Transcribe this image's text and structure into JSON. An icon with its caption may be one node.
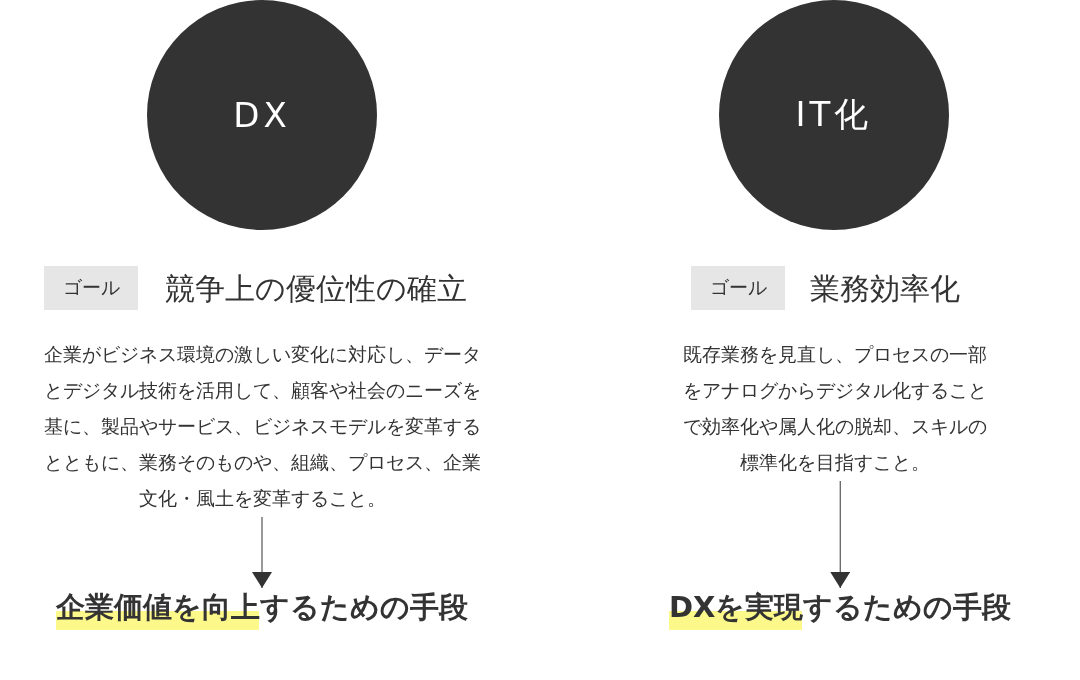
{
  "diagram": {
    "nodes": [
      {
        "text": [
          "DX"
        ]
      },
      {
        "text": [
          "ゴール"
        ],
        "beside": [
          "競争上の優位性の確立"
        ]
      },
      {
        "text": [
          "企業がビジネス環境の激しい変化に対応し、データとデジタル技術を活用して、顧客や社会のニーズを基に、製品やサービス、ビジネスモデルを変革するとともに、業務そのものや、組織、プロセス、企業文化・風土を変革すること。"
        ]
      },
      {
        "text": [
          "企業価値を向上するための手段"
        ]
      },
      {
        "text": [
          "IT化"
        ]
      },
      {
        "text": [
          "ゴール"
        ],
        "beside": [
          "業務効率化"
        ]
      },
      {
        "text": [
          "既存業務を見直し、プロセスの一部をアナログからデジタル化することで効率化や属人化の脱却、スキルの標準化を目指すこと。"
        ]
      },
      {
        "text": [
          "DXを実現するための手段"
        ]
      }
    ],
    "edges": [
      {
        "from": 2,
        "to": 3,
        "arrow": "to"
      },
      {
        "from": 6,
        "to": 7,
        "arrow": "to"
      }
    ]
  }
}
